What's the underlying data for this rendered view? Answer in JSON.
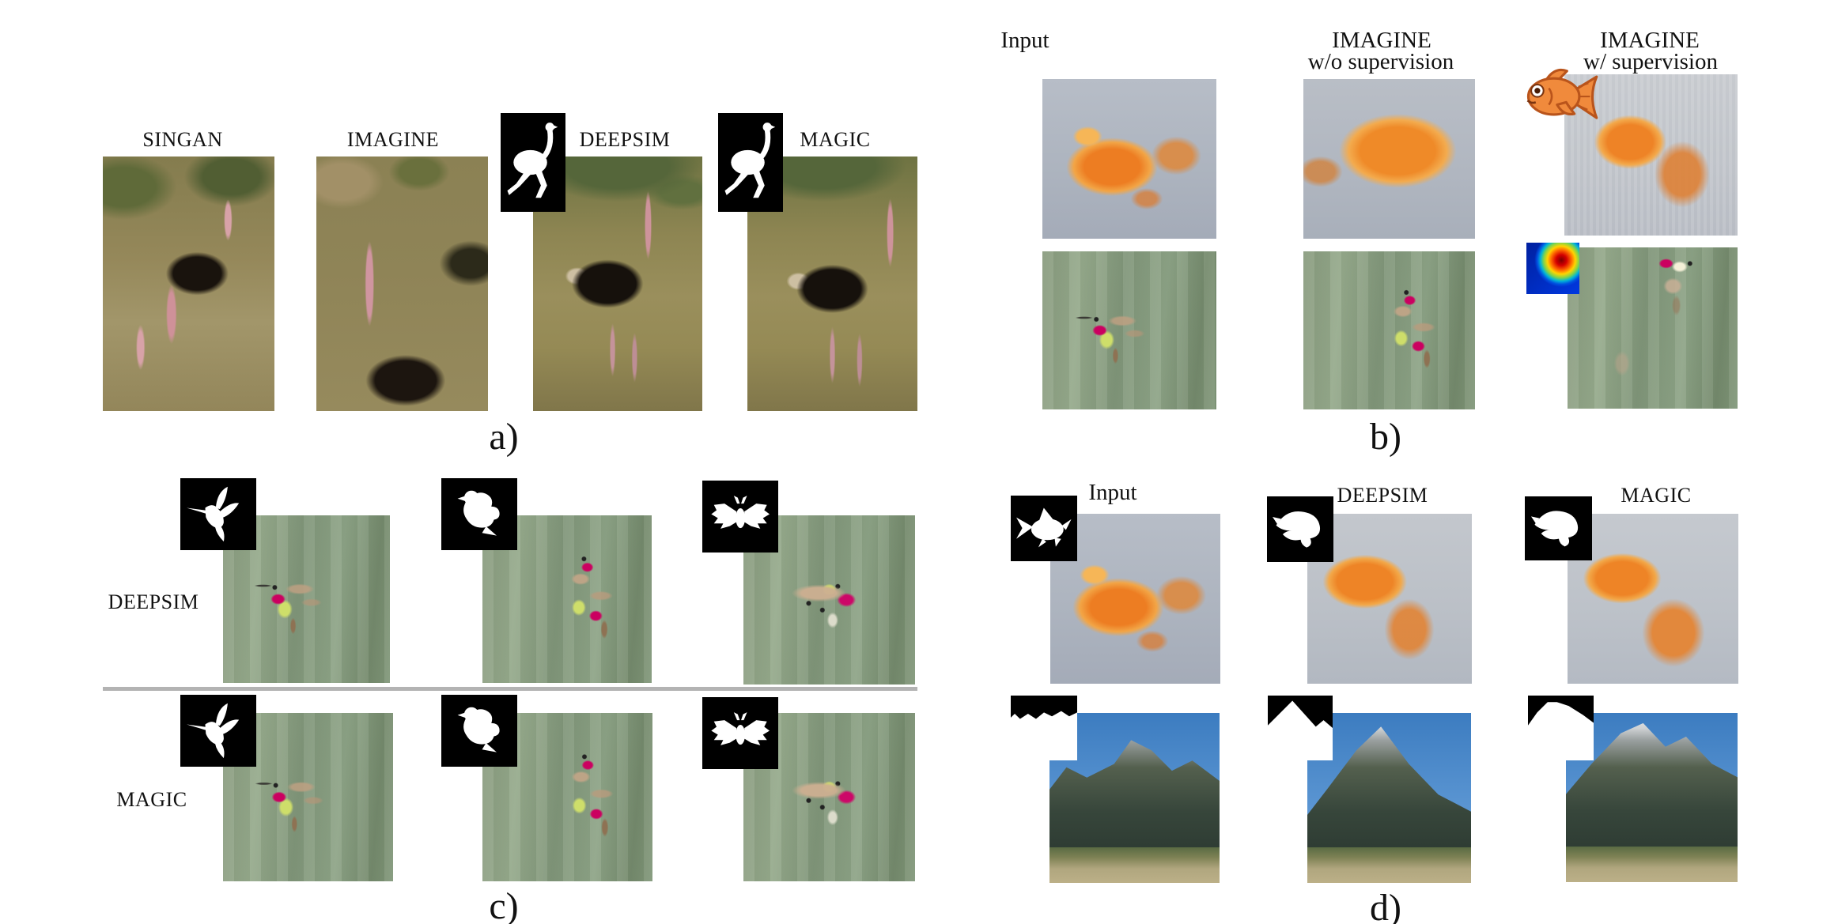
{
  "figure": {
    "panel_a": {
      "caption": "a)",
      "methods": [
        "SINGAN",
        "IMAGINE",
        "DEEPSIM",
        "MAGIC"
      ]
    },
    "panel_b": {
      "caption": "b)",
      "col1": "Input",
      "col2_line1": "IMAGINE",
      "col2_line2": "w/o supervision",
      "col3_line1": "IMAGINE",
      "col3_line2": "w/ supervision"
    },
    "panel_c": {
      "caption": "c)",
      "row_labels": [
        "DEEPSIM",
        "MAGIC"
      ]
    },
    "panel_d": {
      "caption": "d)",
      "columns": [
        "Input",
        "DEEPSIM",
        "MAGIC"
      ]
    }
  },
  "icons": {
    "panel_a_masks": [
      "ostrich-silhouette",
      "ostrich-silhouette"
    ],
    "panel_c_masks": [
      "hummingbird-silhouette",
      "dove-silhouette",
      "moth-silhouette"
    ],
    "panel_d_fish_masks": [
      "goldfish-silhouette",
      "curved-fish-silhouette",
      "curved-fish-silhouette"
    ],
    "panel_d_mountain_masks": [
      "mountain-ridge-low",
      "mountain-ridge-peak",
      "mountain-ridge-wide"
    ],
    "panel_b_overlays": [
      "cartoon-goldfish",
      "gaussian-heatmap"
    ]
  },
  "colors": {
    "page_background": "#ffffff",
    "mask_background": "#000000",
    "mask_silhouette": "#ffffff",
    "divider": "#b3b3b3",
    "cartoon_fish_fill": "#f08a3c",
    "cartoon_fish_outline": "#b9541b"
  }
}
